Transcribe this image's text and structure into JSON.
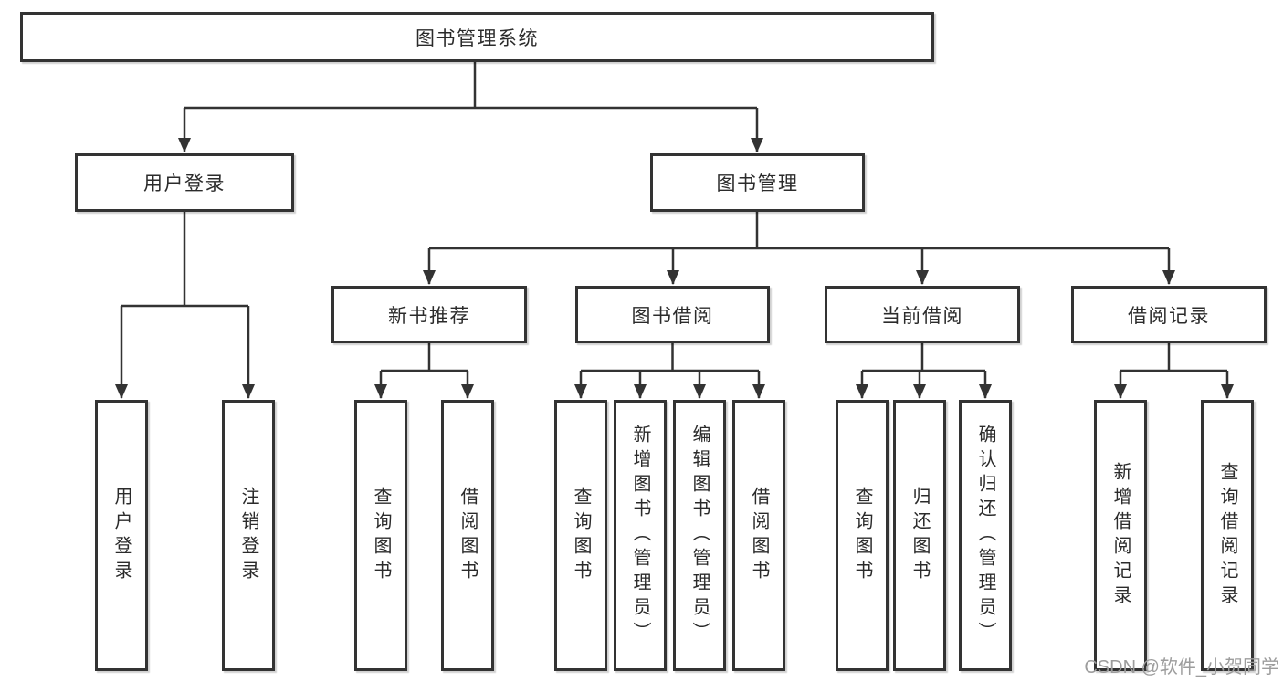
{
  "diagram": {
    "colors": {
      "line": "#333333",
      "box_border": "#333333",
      "box_background": "#ffffff",
      "text": "#2b2b2b",
      "watermark": "#9d9d9d"
    },
    "tree": {
      "label": "图书管理系统",
      "children": [
        {
          "label": "用户登录",
          "children": [
            {
              "label": "用户登录"
            },
            {
              "label": "注销登录"
            }
          ]
        },
        {
          "label": "图书管理",
          "children": [
            {
              "label": "新书推荐",
              "children": [
                {
                  "label": "查询图书"
                },
                {
                  "label": "借阅图书"
                }
              ]
            },
            {
              "label": "图书借阅",
              "children": [
                {
                  "label": "查询图书"
                },
                {
                  "label": "新增图书（管理员）"
                },
                {
                  "label": "编辑图书（管理员）"
                },
                {
                  "label": "借阅图书"
                }
              ]
            },
            {
              "label": "当前借阅",
              "children": [
                {
                  "label": "查询图书"
                },
                {
                  "label": "归还图书"
                },
                {
                  "label": "确认归还（管理员）"
                }
              ]
            },
            {
              "label": "借阅记录",
              "children": [
                {
                  "label": "新增借阅记录"
                },
                {
                  "label": "查询借阅记录"
                }
              ]
            }
          ]
        }
      ]
    },
    "watermark": "CSDN @软件_小贺同学"
  }
}
